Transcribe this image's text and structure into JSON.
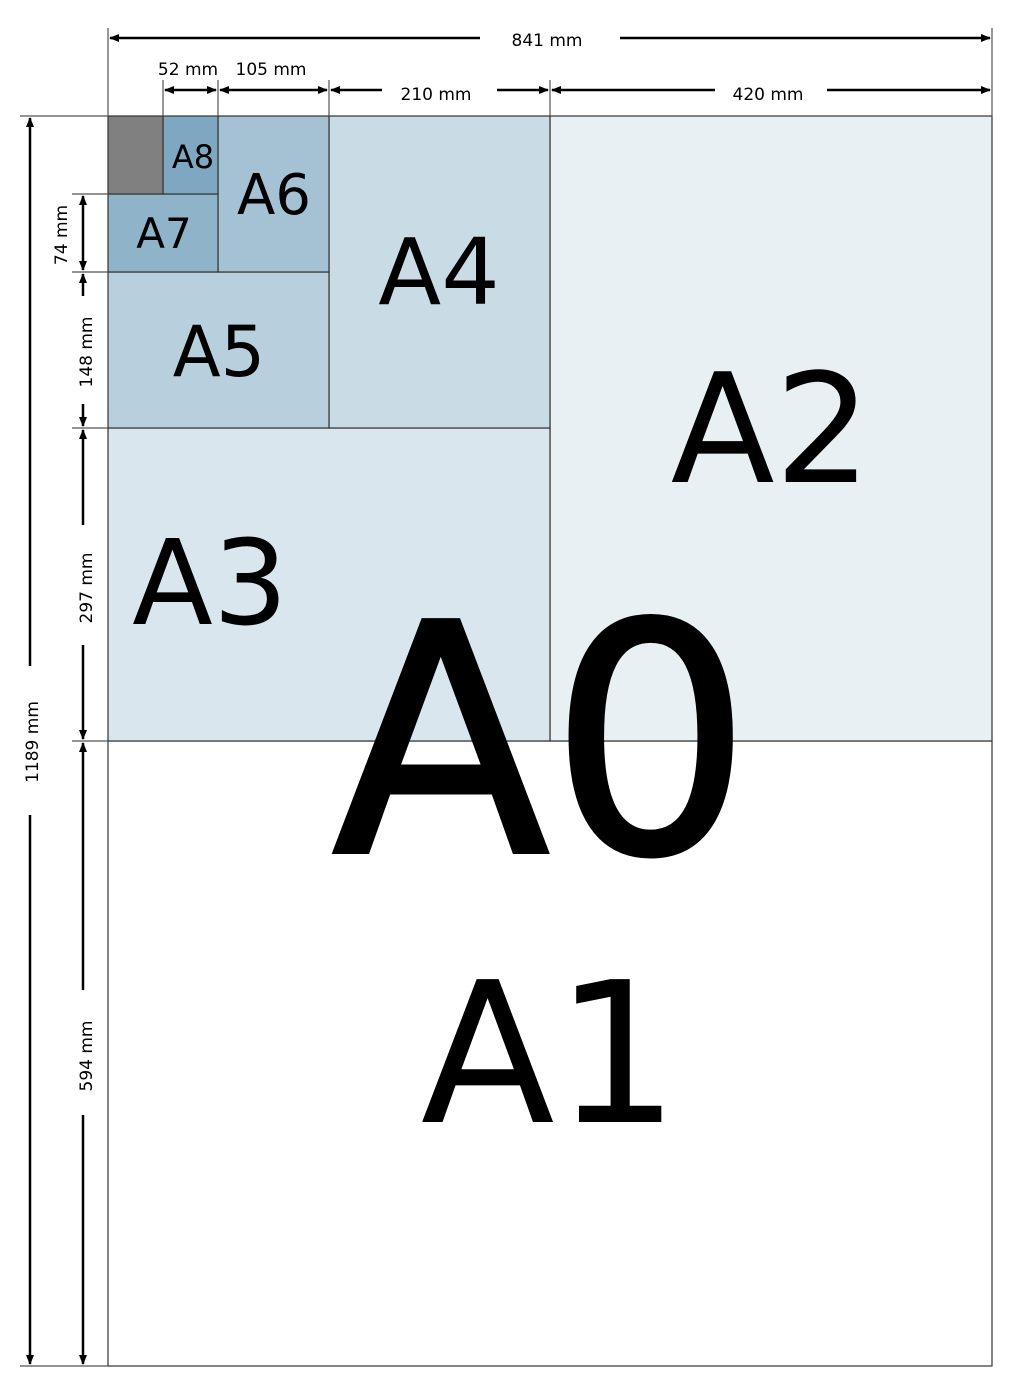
{
  "sheets": {
    "a0": {
      "label": "A0"
    },
    "a1": {
      "label": "A1",
      "color": "#ffffff"
    },
    "a2": {
      "label": "A2",
      "color": "#e8f0f4"
    },
    "a3": {
      "label": "A3",
      "color": "#dae6ee"
    },
    "a4": {
      "label": "A4",
      "color": "#c9dbe5"
    },
    "a5": {
      "label": "A5",
      "color": "#b8cfdd"
    },
    "a6": {
      "label": "A6",
      "color": "#a5c2d5"
    },
    "a7": {
      "label": "A7",
      "color": "#8fb4ca"
    },
    "a8": {
      "label": "A8",
      "color": "#7ea8c2"
    },
    "a9_placeholder_color": "#808080"
  },
  "dimensions": {
    "width_a0": "841 mm",
    "width_a8": "52 mm",
    "width_a6": "105 mm",
    "width_a4": "210 mm",
    "width_a2": "420 mm",
    "height_a0": "1189 mm",
    "height_a7": "74 mm",
    "height_a5": "148 mm",
    "height_a3": "297 mm",
    "height_a1": "594 mm"
  }
}
